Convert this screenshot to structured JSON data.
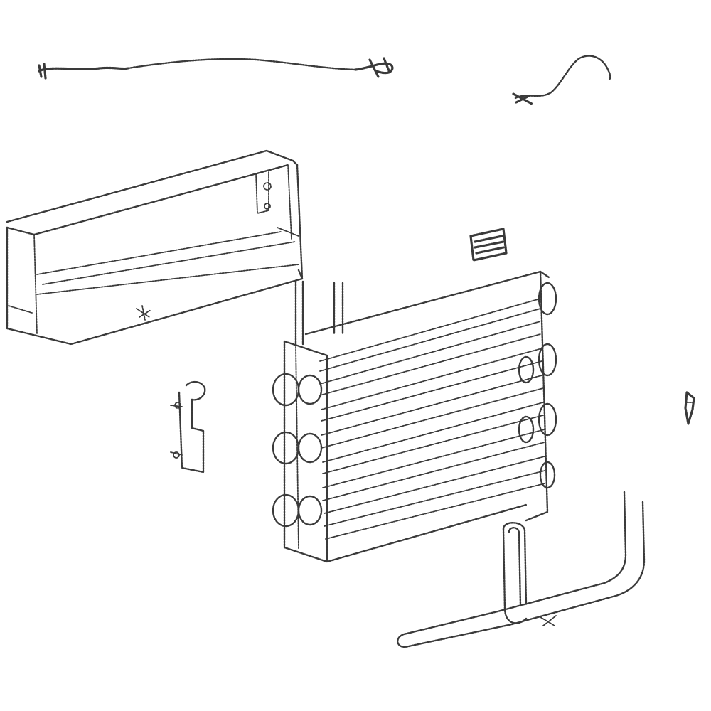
{
  "diagram": {
    "type": "exploded-parts-view",
    "line_color": "#3a3a3a",
    "fill_color": "#ffffff",
    "background": "#ffffff",
    "parts": [
      {
        "name": "defrost-thermostat-wire-harness",
        "icon": "wire-harness-icon"
      },
      {
        "name": "evaporator-sensor-wire",
        "icon": "sensor-wire-icon"
      },
      {
        "name": "evaporator-cover-tray",
        "icon": "cover-tray-icon"
      },
      {
        "name": "insulation-foam-pad",
        "icon": "foam-pad-icon"
      },
      {
        "name": "evaporator-coil",
        "icon": "evaporator-coil-icon"
      },
      {
        "name": "defrost-thermostat-clip",
        "icon": "clip-icon"
      },
      {
        "name": "mounting-screw",
        "icon": "screw-icon"
      },
      {
        "name": "suction-line-tubing",
        "icon": "tubing-icon"
      }
    ]
  }
}
